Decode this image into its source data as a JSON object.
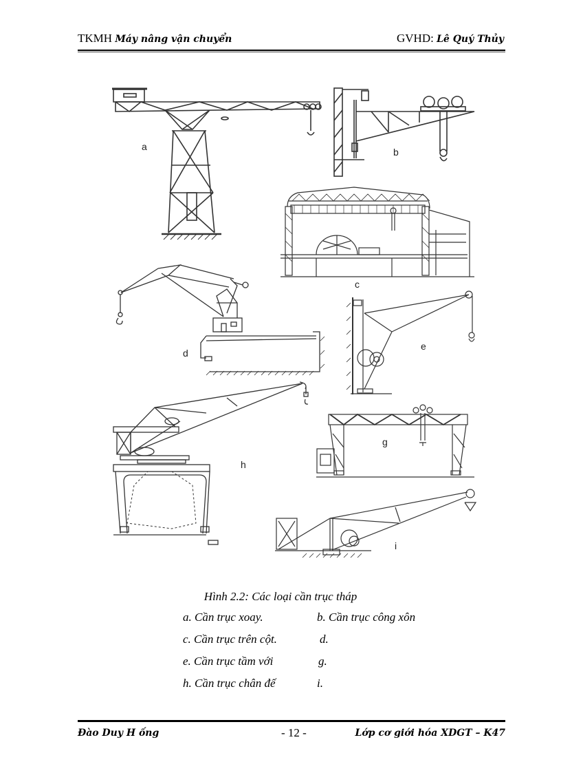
{
  "header": {
    "left_prefix": "TKMH",
    "left_title": "Máy nâng vận chuyển",
    "right_prefix": "GVHD:",
    "right_name": "Lê Quý Thủy"
  },
  "figure": {
    "labels": {
      "a": "a",
      "b": "b",
      "c": "c",
      "d": "d",
      "e": "e",
      "g": "g",
      "h": "h",
      "i": "i"
    },
    "stroke_color": "#333333"
  },
  "caption": {
    "title": "Hình 2.2: Các loại cần trục tháp",
    "items": [
      {
        "left": "a. Cần trục xoay.",
        "right": "b. Cần trục công xôn"
      },
      {
        "left": "c. Cần trục trên cột.",
        "right": "d."
      },
      {
        "left": "e. Cần trục tầm với",
        "right": "g."
      },
      {
        "left": "h. Cần trục chân đế",
        "right": "i."
      }
    ]
  },
  "footer": {
    "author": "Đào Duy H ống",
    "page": "- 12 -",
    "class": "Lớp cơ giới hóa XDGT – K47"
  }
}
